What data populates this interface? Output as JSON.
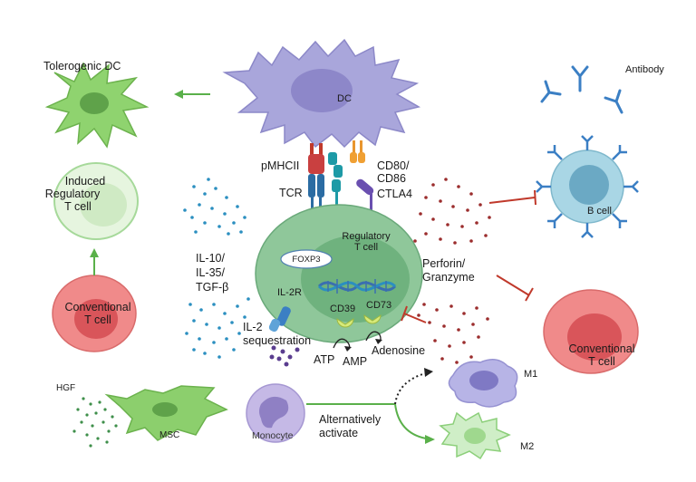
{
  "labels": {
    "tolerogenic_dc": "Tolerogenic DC",
    "dc": "DC",
    "antibody": "Antibody",
    "pmhcii": "pMHCII",
    "tcr": "TCR",
    "cd80_line1": "CD80/",
    "cd80_line2": "CD86",
    "ctla4": "CTLA4",
    "induced_line1": "Induced",
    "induced_line2": "Regulatory",
    "induced_line3": "T cell",
    "b_cell": "B cell",
    "il10": "IL-10/",
    "il35": "IL-35/",
    "tgfb": "TGF-β",
    "treg_line1": "Regulatory",
    "treg_line2": "T cell",
    "foxp3": "FOXP3",
    "perforin_line1": "Perforin/",
    "perforin_line2": "Granzyme",
    "il2r": "IL-2R",
    "conv_left_line1": "Conventional",
    "conv_left_line2": "T cell",
    "cd39": "CD39",
    "cd73": "CD73",
    "il2_line1": "IL-2",
    "il2_line2": "sequestration",
    "atp": "ATP",
    "amp": "AMP",
    "adenosine": "Adenosine",
    "conv_right_line1": "Conventional",
    "conv_right_line2": "T cell",
    "hgf": "HGF",
    "m1": "M1",
    "msc": "MSC",
    "monocyte": "Monocyte",
    "alt_line1": "Alternatively",
    "alt_line2": "activate",
    "m2": "M2"
  },
  "colors": {
    "dc": "#a9a6db",
    "dc_nucleus": "#8d87c9",
    "treg_outer": "#8fc79a",
    "treg_inner": "#6fb27e",
    "arrow_green": "#5ab04a",
    "inhibit_red": "#c0392b",
    "red_dots": "#9b2d2d",
    "blue_dots": "#2b8fc0",
    "green_dots": "#3e8f4a",
    "b_cell": "#a9d6e5",
    "antibody_blue": "#3b7fc4",
    "conv_t_outer": "#f08a8a",
    "conv_t_inner": "#d9555a",
    "m1": "#b7b4e6",
    "m2": "#cfeec7",
    "msc": "#8ccf6d",
    "monocyte": "#c5b9e6"
  },
  "icons": [
    "dna-icon",
    "antibody-icon",
    "inhibition-bar-icon",
    "activation-arrow-icon"
  ]
}
